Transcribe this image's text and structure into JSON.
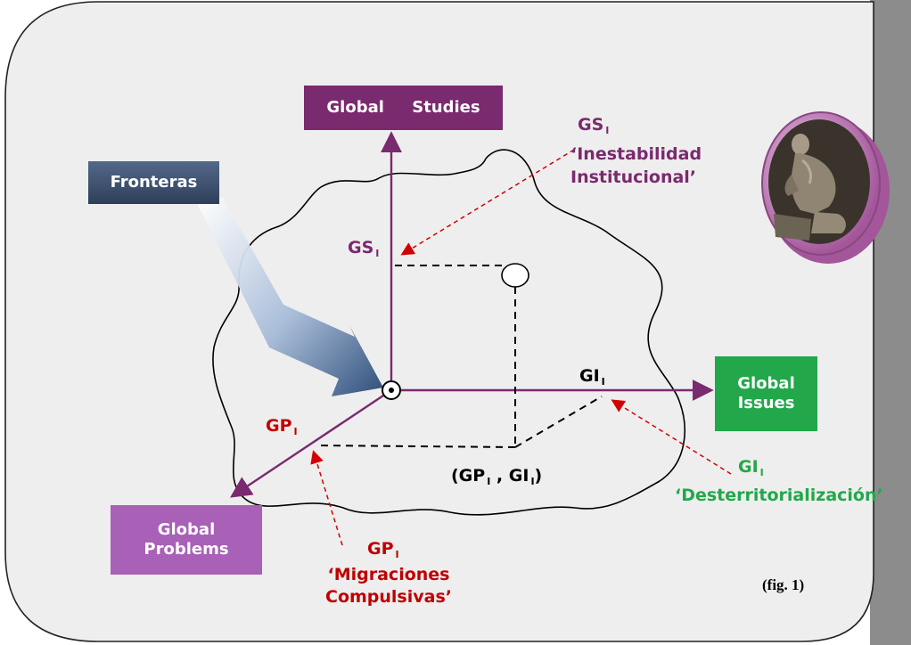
{
  "colors": {
    "purple": "#7a2a6e",
    "red": "#c00000",
    "green": "#22a84a",
    "navy": "#3b4d66",
    "lilac": "#a960b7",
    "panel": "#eeeeee"
  },
  "boxes": {
    "global_studies": "Global     Studies",
    "fronteras": "Fronteras",
    "global_issues": "Global Issues",
    "global_problems": "Global Problems"
  },
  "labels": {
    "gs_top": "GS",
    "gs_top_sub": "I",
    "gs_top_desc": "‘Inestabilidad Institucional’",
    "gs_axis": "GS",
    "gs_axis_sub": "I",
    "gi_axis": "GI",
    "gi_axis_sub": "I",
    "gp_axis": "GP",
    "gp_axis_sub": "I",
    "point_open": "(GP",
    "point_sub1": "I",
    "point_mid": " , GI",
    "point_sub2": "I",
    "point_close": ")",
    "gi_desc_title": "GI",
    "gi_desc_sub": "I",
    "gi_desc": "‘Desterritorialización’",
    "gp_desc_title": "GP",
    "gp_desc_sub": "I",
    "gp_desc": "‘Migraciones Compulsivas’",
    "figure": "(fig. 1)"
  },
  "image": {
    "icon": "thinker-statue-icon"
  }
}
